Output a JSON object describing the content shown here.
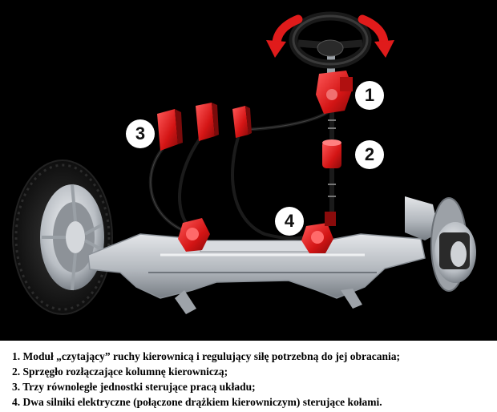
{
  "callouts": [
    "1",
    "2",
    "3",
    "4"
  ],
  "legend": [
    "1. Moduł „czytający” ruchy kierownicą i regulujący siłę potrzebną do jej obracania;",
    "2. Sprzęgło rozłączające kolumnę kierowniczą;",
    "3. Trzy równoległe jednostki sterujące pracą układu;",
    "4. Dwa silniki elektryczne (połączone drążkiem kierowniczym) sterujące kołami."
  ],
  "colors": {
    "accent": "#e01b1b",
    "background": "#000000",
    "caption_bg": "#ffffff",
    "metal": "#b8bcc2"
  },
  "icons": [
    "steering-wheel-icon",
    "rotate-left-arrow-icon",
    "rotate-right-arrow-icon"
  ]
}
